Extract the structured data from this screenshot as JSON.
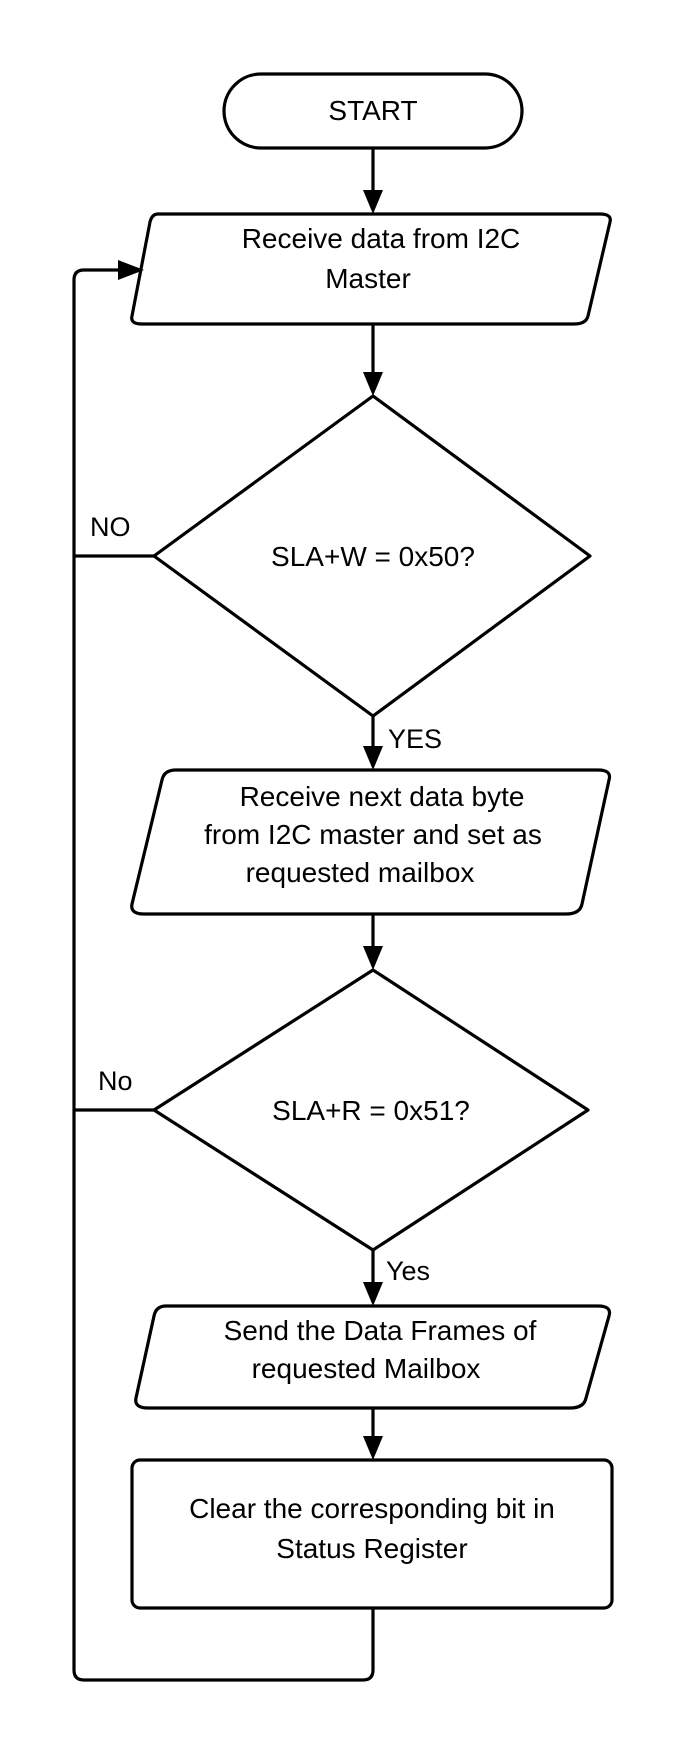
{
  "nodes": {
    "start": {
      "label": "START"
    },
    "receive_data": {
      "lines": [
        "Receive data from I2C",
        "Master"
      ]
    },
    "check_write": {
      "label": "SLA+W = 0x50?"
    },
    "receive_byte": {
      "lines": [
        "Receive next data byte",
        "from I2C master and set as",
        "requested mailbox"
      ]
    },
    "check_read": {
      "label": "SLA+R = 0x51?"
    },
    "send_frames": {
      "lines": [
        "Send the Data Frames of",
        "requested Mailbox"
      ]
    },
    "clear_bit": {
      "lines": [
        "Clear the corresponding bit in",
        "Status Register"
      ]
    }
  },
  "edges": {
    "write_no": "NO",
    "write_yes": "YES",
    "read_no": "No",
    "read_yes": "Yes"
  }
}
